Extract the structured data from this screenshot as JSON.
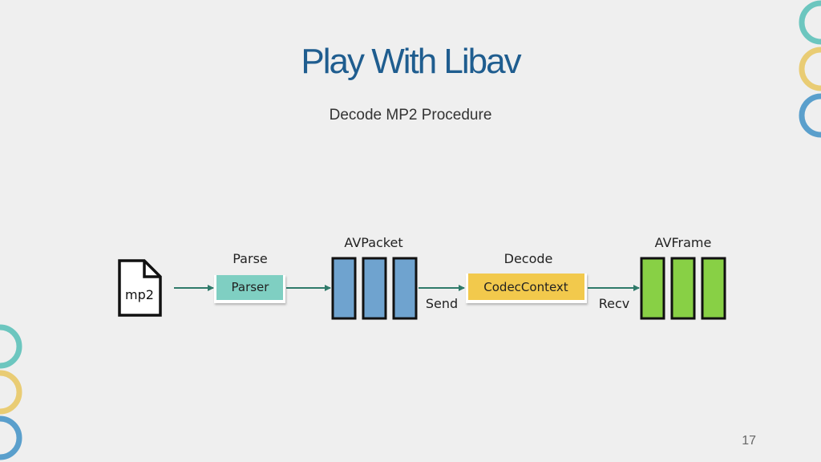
{
  "slide": {
    "title": "Play With Libav",
    "subtitle": "Decode MP2 Procedure",
    "page_number": "17"
  },
  "diagram": {
    "file_label": "mp2",
    "parse_label": "Parse",
    "parser_label": "Parser",
    "avpacket_label": "AVPacket",
    "send_label": "Send",
    "decode_label": "Decode",
    "codec_context_label": "CodecContext",
    "recv_label": "Recv",
    "avframe_label": "AVFrame"
  },
  "colors": {
    "title": "#1f5d8f",
    "parser_fill": "#7fcfc2",
    "codec_fill": "#f2c94c",
    "packet_fill": "#6fa3cf",
    "frame_fill": "#88d045",
    "arrow": "#2f7a6a",
    "ring_teal": "#6cc6bf",
    "ring_yellow": "#e9cc74",
    "ring_blue": "#5a9fcc"
  }
}
